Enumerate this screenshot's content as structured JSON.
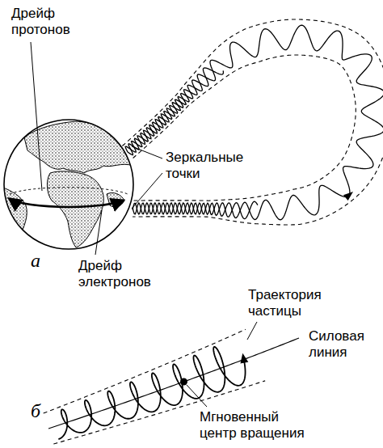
{
  "diagram": {
    "labels": [
      "Дрейф протонов",
      "Зеркальные точки",
      "Дрейф электронов",
      "а",
      "Траектория частицы",
      "Силовая линия",
      "Мгновенный центр вращения",
      "б"
    ]
  }
}
